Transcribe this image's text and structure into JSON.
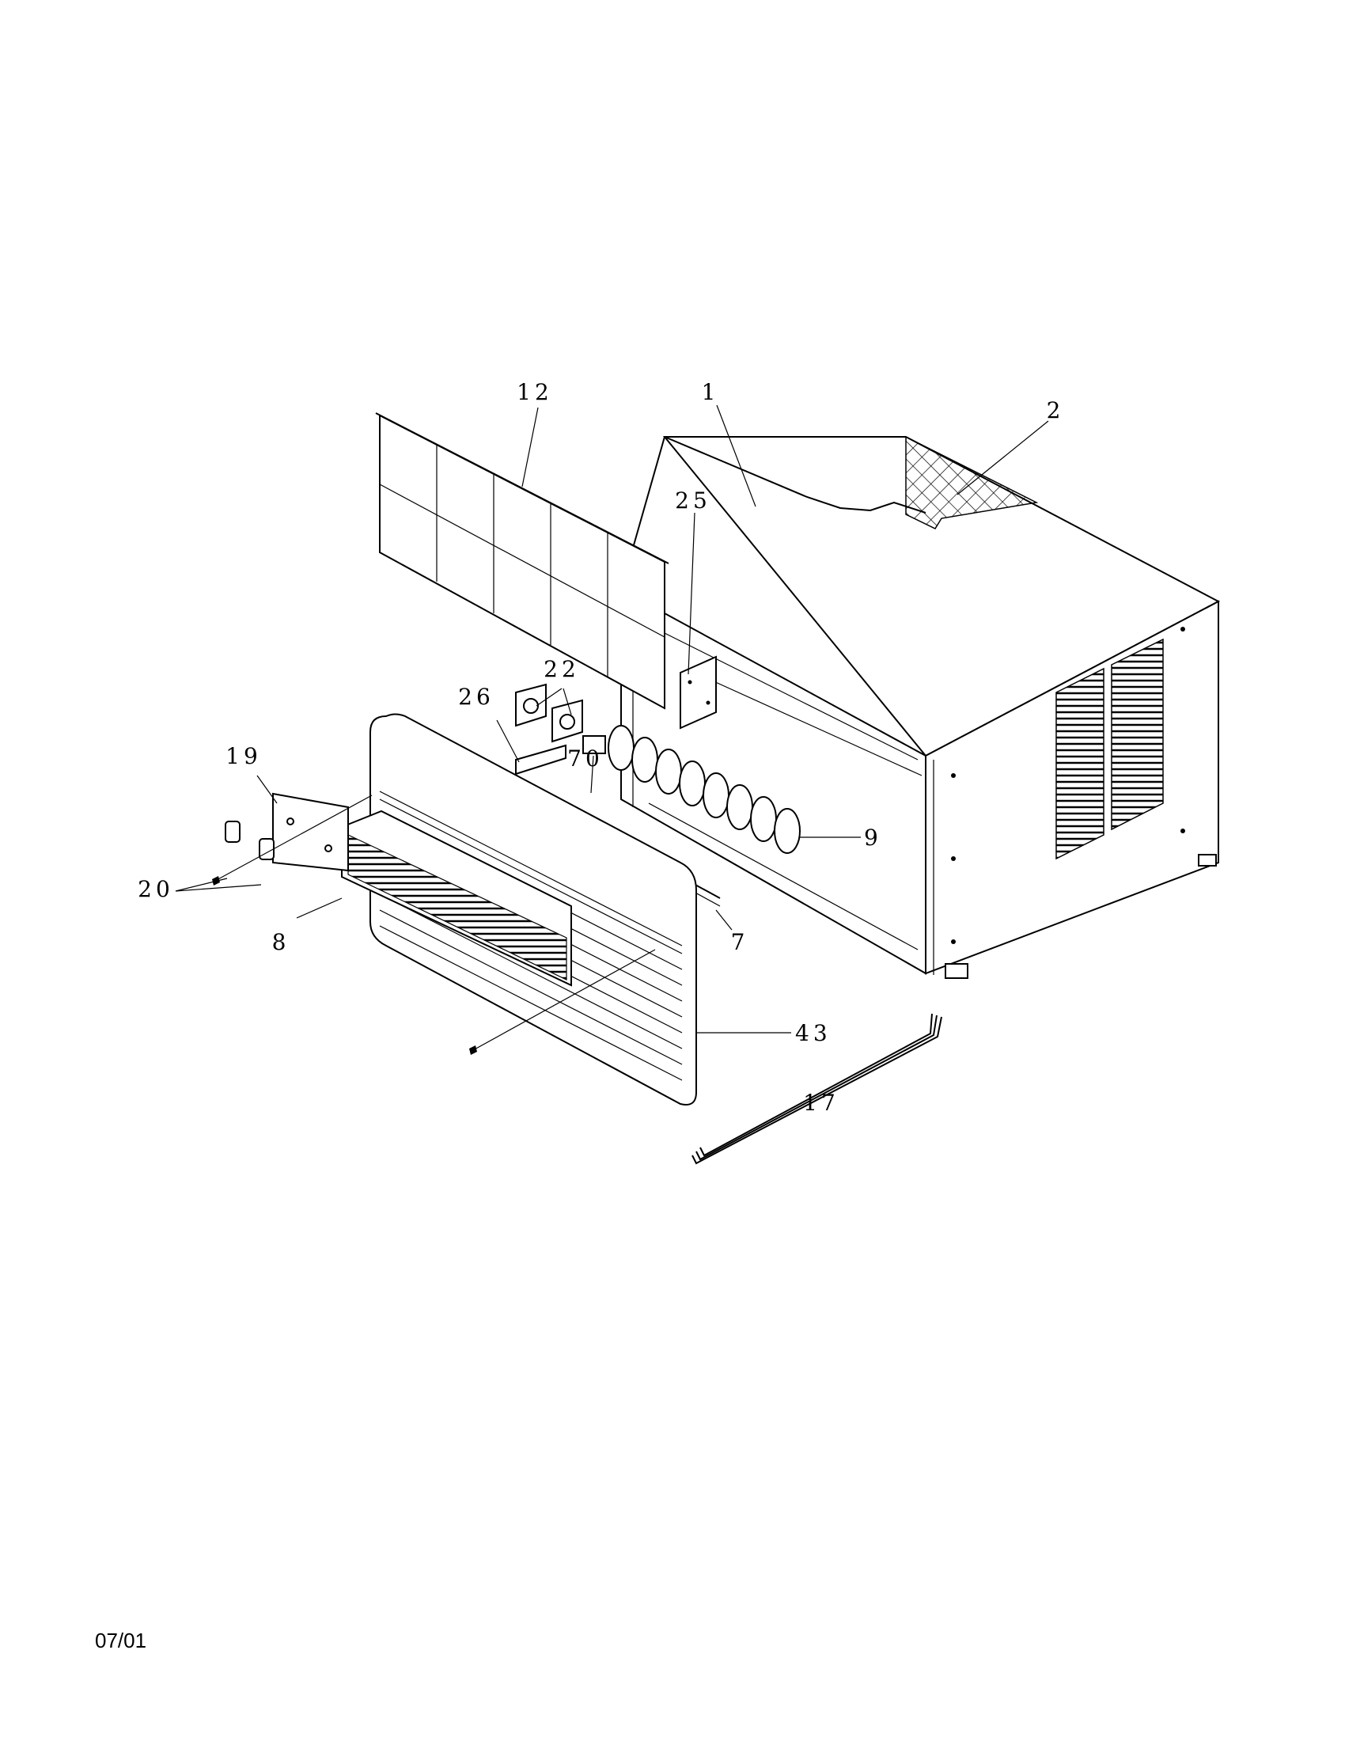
{
  "diagram": {
    "callouts": {
      "p1": "1",
      "p2": "2",
      "p7": "7",
      "p8": "8",
      "p9": "9",
      "p12": "12",
      "p17": "17",
      "p19": "19",
      "p20": "20",
      "p22": "22",
      "p25": "25",
      "p26": "26",
      "p43": "43",
      "p70": "70"
    }
  },
  "footer": {
    "code": "07/01"
  }
}
